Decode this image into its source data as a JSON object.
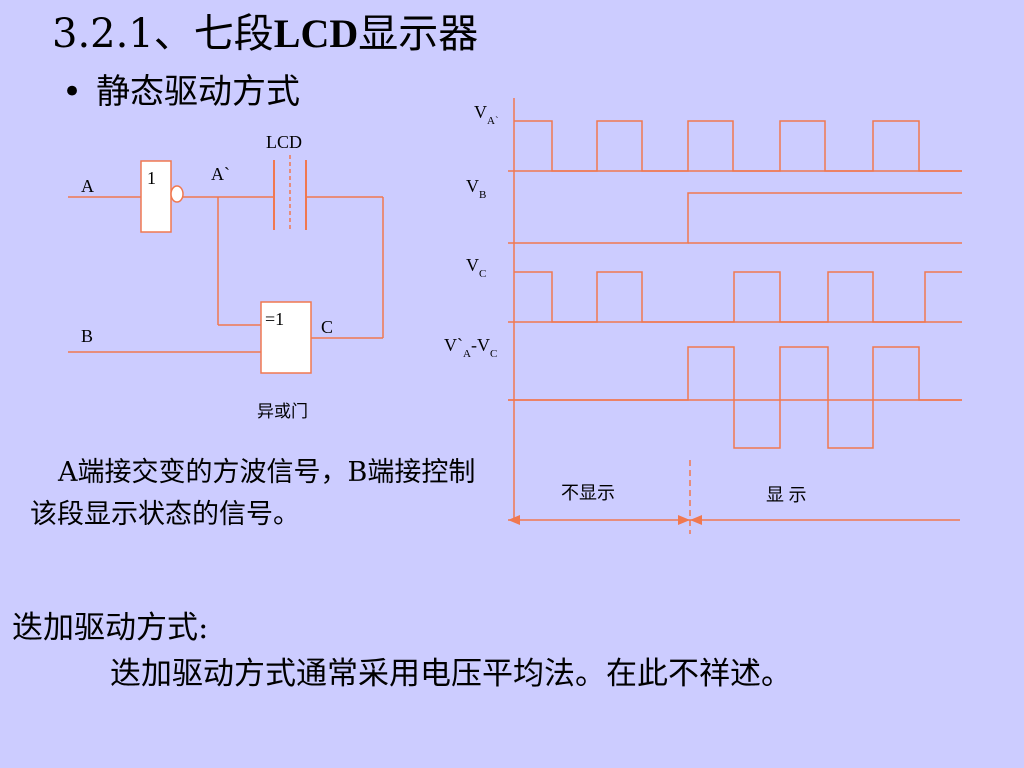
{
  "slide": {
    "title_cn_prefix": "3.2.1、七段",
    "title_en": "LCD",
    "title_cn_suffix": "显示器",
    "bullet_symbol": "•",
    "bullet_text": "静态驱动方式",
    "description": "A端接交变的方波信号，B端接控制该段显示状态的信号。",
    "overlay_heading": "迭加驱动方式:",
    "overlay_text": "迭加驱动方式通常采用电压平均法。在此不祥述。"
  },
  "circuit": {
    "input_a": "A",
    "input_b": "B",
    "not_gate_label": "1",
    "a_prime": "A`",
    "lcd_label": "LCD",
    "xor_gate_label": "=1",
    "output_c": "C",
    "xor_caption": "异或门"
  },
  "waveform": {
    "va_main": "V",
    "va_sub": "A`",
    "vb_main": "V",
    "vb_sub": "B",
    "vc_main": "V",
    "vc_sub": "C",
    "diff_p1": "V`",
    "diff_sub1": "A",
    "diff_p2": "-V",
    "diff_sub2": "C",
    "off_label": "不显示",
    "on_label": "显 示"
  },
  "colors": {
    "background": "#ccccff",
    "line": "#f07850",
    "gate_fill": "#ffffff"
  }
}
